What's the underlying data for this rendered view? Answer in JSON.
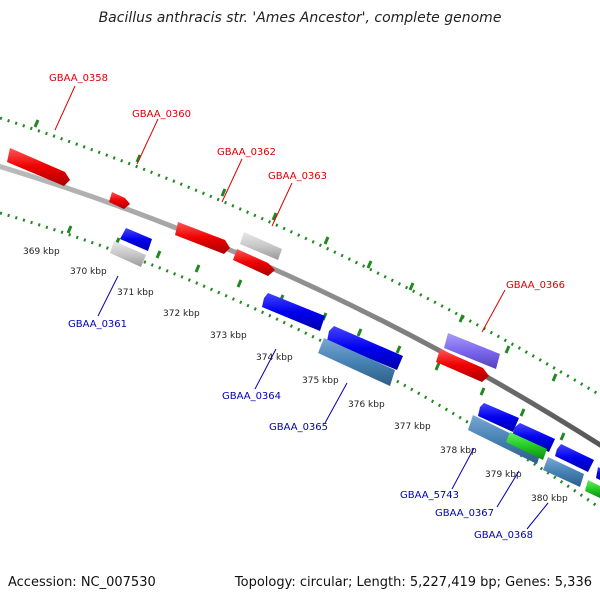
{
  "title": "Bacillus anthracis str. 'Ames Ancestor', complete genome",
  "footer": {
    "accession": "Accession: NC_007530",
    "topology": "Topology: circular; Length: 5,227,419 bp; Genes: 5,336"
  },
  "colors": {
    "forward_label": "#dd0000",
    "reverse_label": "#0000bb",
    "backbone": "#888888",
    "ticks": "#228822"
  },
  "kbp_labels": [
    "369 kbp",
    "370 kbp",
    "371 kbp",
    "372 kbp",
    "373 kbp",
    "374 kbp",
    "375 kbp",
    "376 kbp",
    "377 kbp",
    "378 kbp",
    "379 kbp",
    "380 kbp"
  ],
  "gene_labels": {
    "forward": [
      "GBAA_0358",
      "GBAA_0360",
      "GBAA_0362",
      "GBAA_0363",
      "GBAA_0366"
    ],
    "reverse": [
      "GBAA_0361",
      "GBAA_0364",
      "GBAA_0365",
      "GBAA_5743",
      "GBAA_0367",
      "GBAA_0368"
    ]
  },
  "features": [
    {
      "name": "red-gene",
      "color": "#ff0000"
    },
    {
      "name": "blue-gene",
      "color": "#0000ee"
    },
    {
      "name": "gray-gene",
      "color": "#c8c8c8"
    },
    {
      "name": "steel-gene",
      "color": "#4682b4"
    },
    {
      "name": "purple-gene",
      "color": "#7b68ee"
    },
    {
      "name": "green-gene",
      "color": "#22cc22"
    }
  ]
}
